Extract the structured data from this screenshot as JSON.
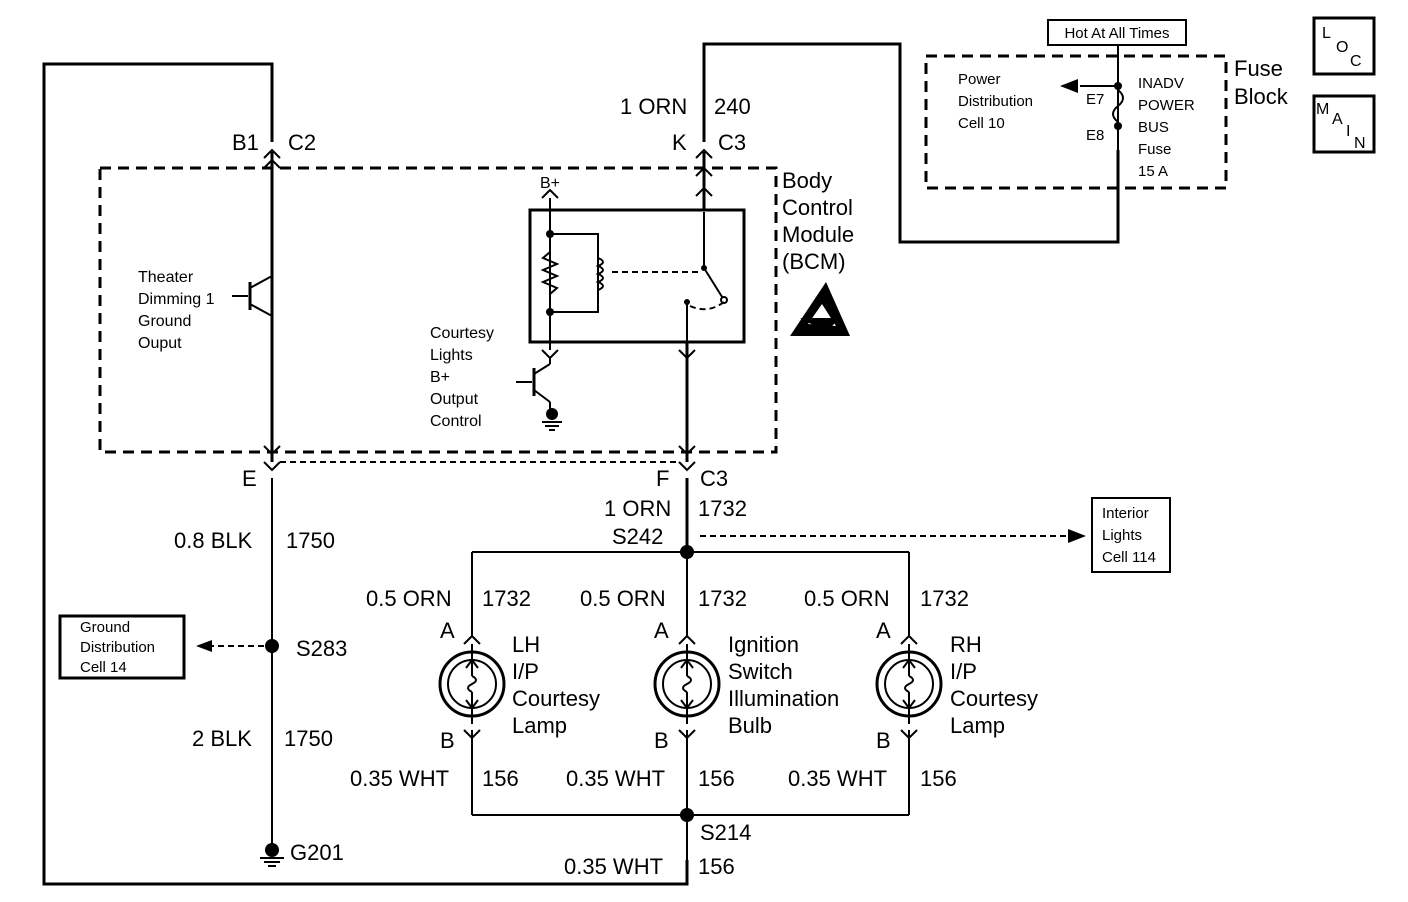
{
  "top": {
    "hot_label": "Hot At All Times",
    "fuse_block": [
      "Fuse",
      "Block"
    ],
    "loc": [
      "L",
      "O",
      "C"
    ],
    "main": [
      "M",
      "A",
      "I",
      "N"
    ],
    "power_dist": [
      "Power",
      "Distribution",
      "Cell 10"
    ],
    "e7": "E7",
    "e8": "E8",
    "fuse_name": [
      "INADV",
      "POWER",
      "BUS",
      "Fuse",
      "15 A"
    ]
  },
  "bcm": {
    "title": [
      "Body",
      "Control",
      "Module",
      "(BCM)"
    ],
    "b1": "B1",
    "c2": "C2",
    "k": "K",
    "c3_top": "C3",
    "orn_top": "1 ORN",
    "ckt_240": "240",
    "bplus": "B+",
    "theater": [
      "Theater",
      "Dimming 1",
      "Ground",
      "Ouput"
    ],
    "courtesy": [
      "Courtesy",
      "Lights",
      "B+",
      "Output",
      "Control"
    ],
    "e": "E",
    "f": "F",
    "c3_bot": "C3"
  },
  "wires": {
    "w1_gauge": "1 ORN",
    "w1_num": "1732",
    "blk1_gauge": "0.8 BLK",
    "blk1_num": "1750",
    "blk2_gauge": "2 BLK",
    "blk2_num": "1750",
    "s242": "S242",
    "s283": "S283",
    "s214": "S214",
    "g201": "G201",
    "interior": [
      "Interior",
      "Lights",
      "Cell 114"
    ],
    "ground_dist": [
      "Ground",
      "Distribution",
      "Cell 14"
    ],
    "bot_gauge": "0.35 WHT",
    "bot_num": "156"
  },
  "lamps": [
    {
      "gauge": "0.5 ORN",
      "num": "1732",
      "a": "A",
      "b": "B",
      "name": [
        "LH",
        "I/P",
        "Courtesy",
        "Lamp"
      ],
      "wgauge": "0.35 WHT",
      "wnum": "156"
    },
    {
      "gauge": "0.5 ORN",
      "num": "1732",
      "a": "A",
      "b": "B",
      "name": [
        "Ignition",
        "Switch",
        "Illumination",
        "Bulb"
      ],
      "wgauge": "0.35 WHT",
      "wnum": "156"
    },
    {
      "gauge": "0.5 ORN",
      "num": "1732",
      "a": "A",
      "b": "B",
      "name": [
        "RH",
        "I/P",
        "Courtesy",
        "Lamp"
      ],
      "wgauge": "0.35 WHT",
      "wnum": "156"
    }
  ]
}
